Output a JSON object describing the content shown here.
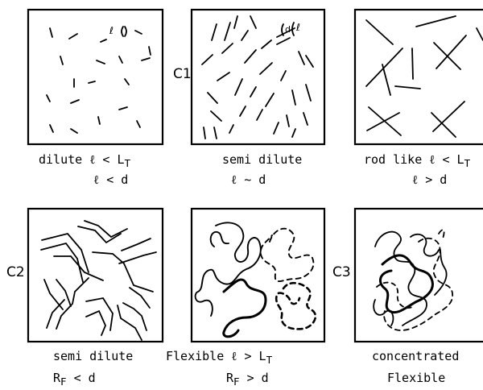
{
  "concentration_labels": {
    "c1": "C1",
    "c2": "C2",
    "c3": "C3"
  },
  "panels": [
    {
      "id": "dilute",
      "caption_line1": "dilute ℓ < L",
      "caption_line1_sub": "T",
      "caption_line2": "ℓ < d",
      "marker": "ℓ"
    },
    {
      "id": "semi-dilute-rod",
      "caption_line1": "semi dilute",
      "caption_line2": "ℓ ~ d",
      "marker_d": "d",
      "marker_l": "ℓ"
    },
    {
      "id": "rod-like",
      "caption_line1": "rod like ℓ < L",
      "caption_line1_sub": "T",
      "caption_line2": "ℓ > d"
    },
    {
      "id": "semi-dilute-flexible",
      "caption_line1": "semi dilute",
      "caption_line2": "R",
      "caption_line2_sub": "F",
      "caption_line2_rest": " < d"
    },
    {
      "id": "flexible",
      "caption_line1": "Flexible ℓ > L",
      "caption_line1_sub": "T",
      "caption_line2": "R",
      "caption_line2_sub": "F",
      "caption_line2_rest": " > d"
    },
    {
      "id": "concentrated",
      "caption_line1": "concentrated",
      "caption_line2": "Flexible"
    }
  ]
}
